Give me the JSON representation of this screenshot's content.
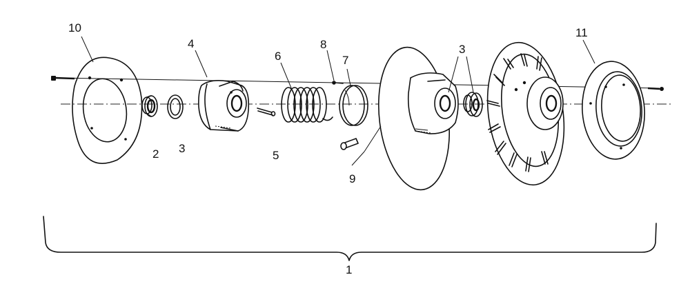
{
  "diagram": {
    "callouts": {
      "assembly": "1",
      "c2": "2",
      "c3_left": "3",
      "c3_right": "3",
      "c4": "4",
      "c5": "5",
      "c6": "6",
      "c7": "7",
      "c8": "8",
      "c9": "9",
      "c10": "10",
      "c11": "11"
    }
  }
}
